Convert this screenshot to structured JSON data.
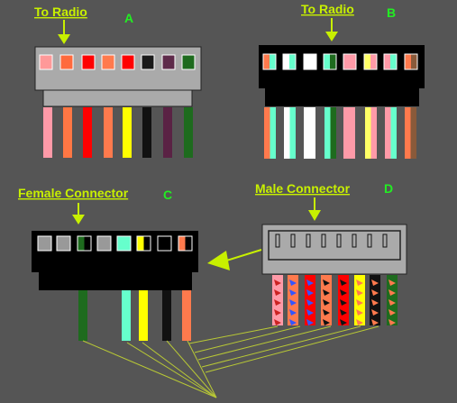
{
  "labels": {
    "a_title": "To Radio",
    "a_letter": "A",
    "b_title": "To Radio",
    "b_letter": "B",
    "c_title": "Female Connector",
    "c_letter": "C",
    "d_title": "Male Connector",
    "d_letter": "D"
  },
  "colors": {
    "background": "#555555",
    "label_yellow": "#c8f000",
    "letter_green": "#22ee22",
    "wire_line": "#b9c935",
    "connector_gray": "#aaaaaa",
    "connector_black": "#000000"
  },
  "connector_a": {
    "pins": [
      "#ff9999",
      "#ff6a3d",
      "#ff0000",
      "#ff7a4d",
      "#ff0000",
      "#1a1a1a",
      "#5e2a4a",
      "#1e6b1e"
    ],
    "wires": [
      "#ff9aa8",
      "#ff7744",
      "#ff0000",
      "#ff7a4d",
      "#ffff00",
      "#111111",
      "#5a2244",
      "#1e6b1e"
    ]
  },
  "connector_b": {
    "pins": [
      [
        "#ff7a4d",
        "#66ffcc"
      ],
      [
        "#ffffff",
        "#66ffcc"
      ],
      [
        "#ffffff",
        "#ffffff"
      ],
      [
        "#66ffcc",
        "#1e6b1e"
      ],
      [
        "#ff9aa8",
        "#ff9aa8"
      ],
      [
        "#ffff66",
        "#ff9aa8"
      ],
      [
        "#ff9aa8",
        "#66ffcc"
      ],
      [
        "#ff7a4d",
        "#8a5a3a"
      ]
    ],
    "wires": [
      [
        "#ff7a4d",
        "#66ffcc"
      ],
      [
        "#ffffff",
        "#66ffcc"
      ],
      [
        "#ffffff",
        "#ffffff"
      ],
      [
        "#66ffcc",
        "#1e6b1e"
      ],
      [
        "#ff9aa8",
        "#ff9aa8"
      ],
      [
        "#ffff66",
        "#ff9aa8"
      ],
      [
        "#ff9aa8",
        "#66ffcc"
      ],
      [
        "#ff7a4d",
        "#8a5a3a"
      ]
    ]
  },
  "connector_c": {
    "pins": [
      "#999999",
      "#999999",
      [
        "#1e6b1e",
        "#000000"
      ],
      "#999999",
      [
        "#66ffcc",
        "#66ffcc"
      ],
      [
        "#ffff00",
        "#000000"
      ],
      "#000000",
      [
        "#ff7a4d",
        "#000000"
      ]
    ],
    "wires": [
      "#1e6b1e",
      "#66ffcc",
      "#ffff00",
      "#111111",
      "#ff7a4d"
    ]
  },
  "connector_d": {
    "wires": [
      [
        "#ff9aa8",
        "#cc2222"
      ],
      [
        "#ff7a4d",
        "#3355ff"
      ],
      [
        "#ff0000",
        "#3355ff"
      ],
      [
        "#ff7a4d",
        "#111111"
      ],
      [
        "#ff0000",
        "#111111"
      ],
      [
        "#ffff00",
        "#ff7a4d"
      ],
      [
        "#111111",
        "#ff7a4d"
      ],
      [
        "#1e6b1e",
        "#ff7a4d"
      ]
    ]
  }
}
